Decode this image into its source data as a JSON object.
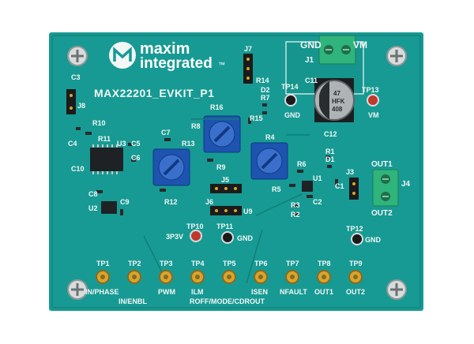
{
  "board": {
    "colors": {
      "pcb": "#179a93",
      "pcb_dark": "#0f7f79",
      "silk": "#f2f7f5",
      "pot": "#1e53b0",
      "gold": "#d7a52f",
      "terminal": "#2fb47c"
    },
    "logo": {
      "line1": "maxim",
      "line2": "integrated",
      "tm": "™"
    },
    "board_name": "MAX22201_EVKIT_P1",
    "connector_labels": {
      "gnd": "GND",
      "vm": "VM",
      "j1": "J1",
      "j4": "J4",
      "out1": "OUT1",
      "out2": "OUT2"
    },
    "component_labels": [
      "J7",
      "C3",
      "J8",
      "R10",
      "C4",
      "R11",
      "U3",
      "C5",
      "C6",
      "C10",
      "C8",
      "C9",
      "U2",
      "C7",
      "R13",
      "R8",
      "R16",
      "R9",
      "R12",
      "R14",
      "D2",
      "R7",
      "R15",
      "TP14",
      "C11",
      "C12",
      "TP13",
      "R4",
      "R6",
      "R5",
      "R1",
      "D1",
      "U1",
      "C2",
      "C1",
      "J3",
      "R3",
      "R2",
      "J5",
      "J6",
      "U9"
    ],
    "capacitor_marking": [
      "47",
      "HFK",
      "408"
    ],
    "testpoint_small_labels": {
      "tp14_gnd": "GND",
      "tp13_vm": "VM",
      "tp10": "TP10",
      "tp11": "TP11",
      "tp10_label": "3P3V",
      "tp11_label": "GND",
      "tp12": "TP12",
      "tp12_label": "GND"
    },
    "bottom_testpoints": [
      {
        "id": "TP1",
        "label": "IN/PHASE"
      },
      {
        "id": "TP2",
        "label": ""
      },
      {
        "id": "TP3",
        "label": "PWM"
      },
      {
        "id": "TP4",
        "label": "ILM"
      },
      {
        "id": "TP5",
        "label": ""
      },
      {
        "id": "TP6",
        "label": "ISEN"
      },
      {
        "id": "TP7",
        "label": "NFAULT"
      },
      {
        "id": "TP8",
        "label": "OUT1"
      },
      {
        "id": "TP9",
        "label": "OUT2"
      }
    ],
    "group_labels": {
      "in_enbl": "IN/ENBL",
      "roff": "ROFF/MODE/CDROUT"
    }
  }
}
